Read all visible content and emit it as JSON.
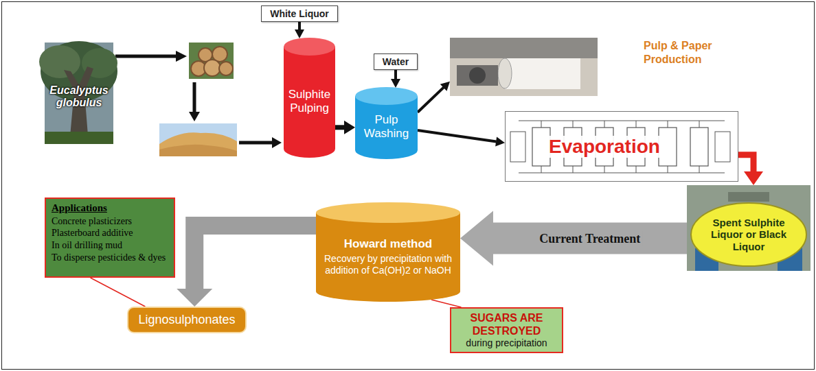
{
  "diagram": {
    "nodes": [
      {
        "text": [
          "White Liquor"
        ]
      },
      {
        "text": [
          "Water"
        ]
      },
      {
        "text": [
          "Eucalyptus globulus"
        ]
      },
      {
        "text": [
          "Sulphite Pulping"
        ]
      },
      {
        "text": [
          "Pulp Washing"
        ]
      },
      {
        "text": [
          "Pulp & Paper Production"
        ]
      },
      {
        "text": [
          "Evaporation"
        ]
      },
      {
        "text": [
          "Spent Sulphite Liquor or Black Liquor"
        ]
      },
      {
        "text": [
          "Howard method",
          "Recovery by precipitation with addition of Ca(OH)2 or NaOH"
        ]
      },
      {
        "text": [
          "SUGARS ARE DESTROYED",
          "during precipitation"
        ]
      },
      {
        "text": [
          "Applications",
          "Concrete plasticizers",
          "Plasterboard additive",
          "In oil drilling mud",
          "To disperse pesticides & dyes"
        ]
      },
      {
        "text": [
          "Lignosulphonates"
        ]
      }
    ],
    "edges": [
      {
        "from": 0,
        "to": 3,
        "arrow": "to"
      },
      {
        "from": 3,
        "to": 4,
        "arrow": "to"
      },
      {
        "from": 1,
        "to": 4,
        "arrow": "to"
      },
      {
        "from": 4,
        "to": 5,
        "arrow": "to"
      },
      {
        "from": 4,
        "to": 6,
        "arrow": "to"
      },
      {
        "from": 6,
        "to": 7,
        "arrow": "to"
      },
      {
        "from": 7,
        "to": 8,
        "arrow": "to",
        "label": "Current Treatment"
      },
      {
        "from": 9,
        "to": 8,
        "arrow": "none"
      },
      {
        "from": 8,
        "to": 11,
        "arrow": "to"
      },
      {
        "from": 10,
        "to": 11,
        "arrow": "none"
      }
    ]
  }
}
